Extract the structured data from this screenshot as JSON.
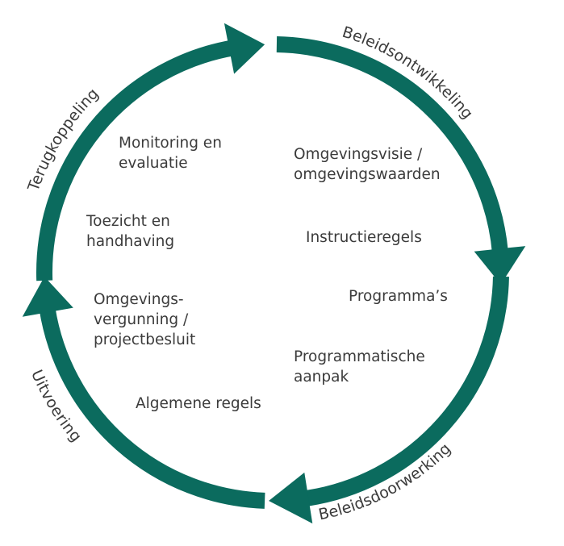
{
  "diagram": {
    "title": "Beleidscyclus Omgevingswet",
    "accent_color": "#0b6b5e",
    "text_color": "#3b3b3b",
    "phases": [
      {
        "id": "beleidsontwikkeling",
        "label": "Beleidsontwikkeling"
      },
      {
        "id": "beleidsdoorwerking",
        "label": "Beleidsdoorwerking"
      },
      {
        "id": "uitvoering",
        "label": "Uitvoering"
      },
      {
        "id": "terugkoppeling",
        "label": "Terugkoppeling"
      }
    ],
    "items": {
      "omgevingsvisie": "Omgevingsvisie /\nomgevingswaarden",
      "instructieregels": "Instructieregels",
      "programmas": "Programma’s",
      "programmatische_aanpak": "Programmatische\naanpak",
      "algemene_regels": "Algemene regels",
      "omgevingsvergunning": "Omgevings-\nvergunning /\nprojectbesluit",
      "toezicht": "Toezicht en\nhandhaving",
      "monitoring": "Monitoring en\nevaluatie"
    }
  }
}
